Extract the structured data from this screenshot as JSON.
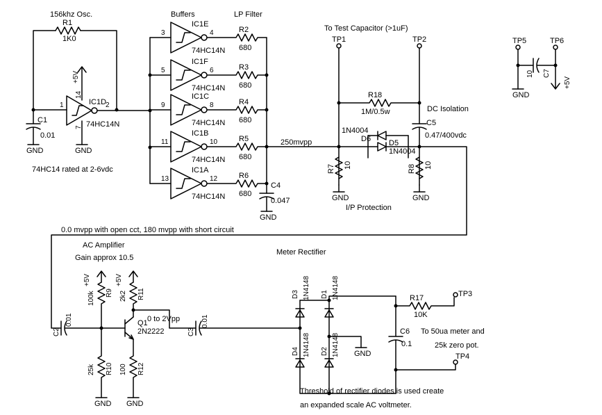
{
  "section_titles": {
    "osc": "156khz Osc.",
    "buffers": "Buffers",
    "lp_filter": "LP Filter",
    "to_test_cap": "To Test Capacitor (>1uF)",
    "dc_isolation": "DC Isolation",
    "ip_protection": "I/P Protection",
    "ac_amplifier": "AC Amplifier",
    "gain": "Gain approx 10.5",
    "meter_rectifier": "Meter Rectifier"
  },
  "notes": {
    "rating": "74HC14 rated at 2-6vdc",
    "mvpp": "0.0 mvpp with open cct, 180 mvpp with short circuit",
    "vpp_250": "250mvpp",
    "vpp_0to2": "0 to 2Vpp",
    "meter_line1": "To 50ua meter and",
    "meter_line2": "25k zero pot.",
    "threshold_line1": "Threshold of rectifier diodes is used create",
    "threshold_line2": "an expanded scale AC voltmeter."
  },
  "power": {
    "plus5v": "+5V",
    "gnd": "GND"
  },
  "oscillator": {
    "r1_name": "R1",
    "r1_value": "1K0",
    "c1_name": "C1",
    "c1_value": "0.01",
    "ic_name": "IC1D",
    "ic_part": "74HC14N",
    "pin_in": "1",
    "pin_out": "2",
    "pin_vcc": "14",
    "pin_gnd": "7"
  },
  "buffers": [
    {
      "name": "IC1E",
      "part": "74HC14N",
      "pin_in": "3",
      "pin_out": "4"
    },
    {
      "name": "IC1F",
      "part": "74HC14N",
      "pin_in": "5",
      "pin_out": "6"
    },
    {
      "name": "IC1C",
      "part": "74HC14N",
      "pin_in": "9",
      "pin_out": "8"
    },
    {
      "name": "IC1B",
      "part": "74HC14N",
      "pin_in": "11",
      "pin_out": "10"
    },
    {
      "name": "IC1A",
      "part": "74HC14N",
      "pin_in": "13",
      "pin_out": "12"
    }
  ],
  "lp_resistors": [
    {
      "name": "R2",
      "value": "680"
    },
    {
      "name": "R3",
      "value": "680"
    },
    {
      "name": "R4",
      "value": "680"
    },
    {
      "name": "R5",
      "value": "680"
    },
    {
      "name": "R6",
      "value": "680"
    }
  ],
  "c4": {
    "name": "C4",
    "value": "0.047"
  },
  "test_points": {
    "tp1": "TP1",
    "tp2": "TP2",
    "tp3": "TP3",
    "tp4": "TP4",
    "tp5": "TP5",
    "tp6": "TP6"
  },
  "r18": {
    "name": "R18",
    "value": "1M/0.5w"
  },
  "c5": {
    "name": "C5",
    "value": "0.47/400vdc"
  },
  "d6": {
    "name": "D6",
    "part": "1N4004"
  },
  "d5": {
    "name": "D5",
    "part": "1N4004"
  },
  "r7": {
    "name": "R7",
    "value": "10"
  },
  "r8": {
    "name": "R8",
    "value": "10"
  },
  "c7": {
    "name": "C7",
    "value": "10"
  },
  "amplifier": {
    "c2_name": "C2",
    "c2_value": "0.01",
    "r9_name": "R9",
    "r9_value": "100k",
    "r10_name": "R10",
    "r10_value": "25k",
    "r11_name": "R11",
    "r11_value": "2k2",
    "r12_name": "R12",
    "r12_value": "100",
    "q1_name": "Q1",
    "q1_part": "2N2222",
    "c3_name": "C3",
    "c3_value": "0.01"
  },
  "rectifier": {
    "d1_name": "D1",
    "d1_part": "1N4148",
    "d2_name": "D2",
    "d2_part": "1N4148",
    "d3_name": "D3",
    "d3_part": "1N4148",
    "d4_name": "D4",
    "d4_part": "1N4148",
    "r17_name": "R17",
    "r17_value": "10K",
    "c6_name": "C6",
    "c6_value": "0.1"
  }
}
